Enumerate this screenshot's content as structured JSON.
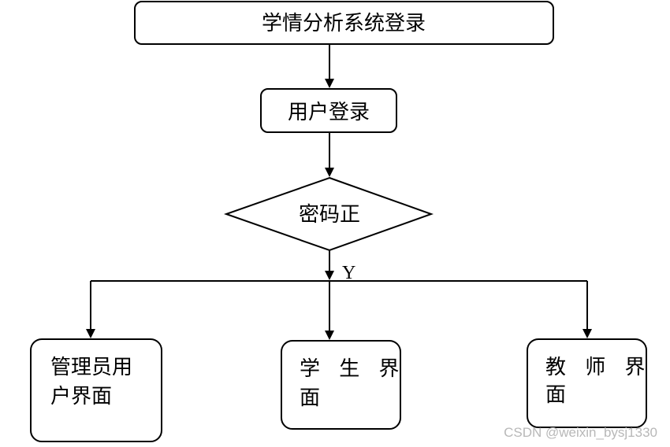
{
  "nodes": {
    "title": "学情分析系统登录",
    "login": "用户登录",
    "decision": "密码正",
    "admin": {
      "line1": "管理员用",
      "line2": "户界面"
    },
    "student": {
      "line1": "学 生 界",
      "line2": "面"
    },
    "teacher": {
      "line1": "教 师 界",
      "line2": "面"
    }
  },
  "edges": {
    "yes_label": "Y"
  },
  "watermark": "CSDN @weixin_bysj1330"
}
